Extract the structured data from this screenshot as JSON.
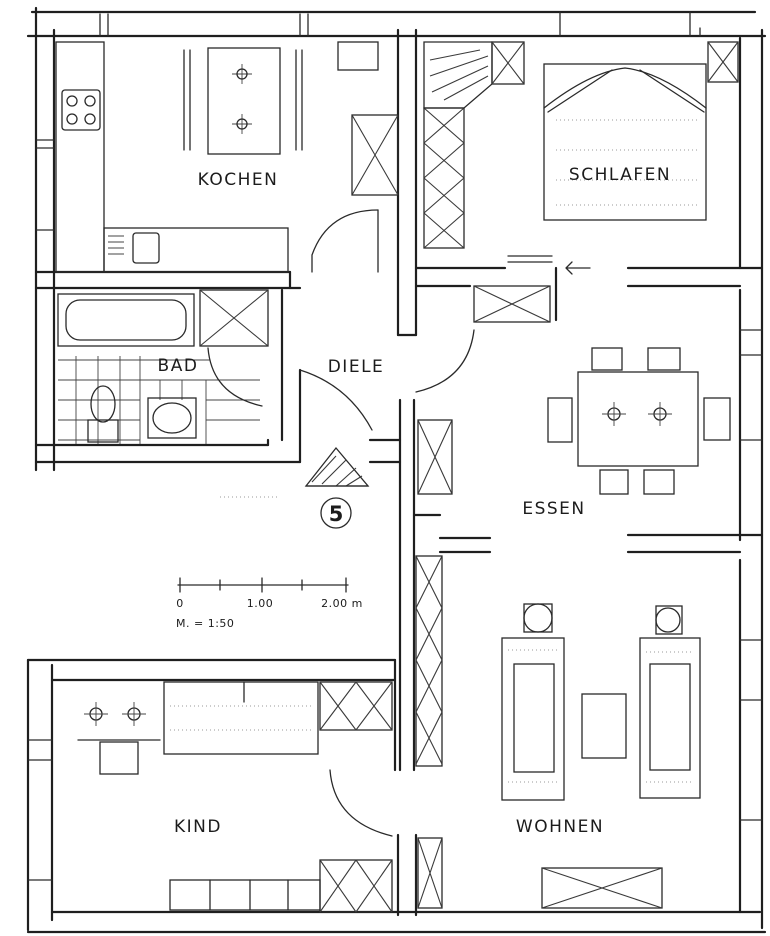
{
  "rooms": {
    "kochen": "KOCHEN",
    "schlafen": "SCHLAFEN",
    "bad": "BAD",
    "diele": "DIELE",
    "essen": "ESSEN",
    "kind": "KIND",
    "wohnen": "WOHNEN"
  },
  "marker": {
    "number": "5"
  },
  "scale_bar": {
    "tick_0": "0",
    "tick_1": "1.00",
    "tick_2": "2.00 m",
    "ratio": "M. = 1:50"
  }
}
